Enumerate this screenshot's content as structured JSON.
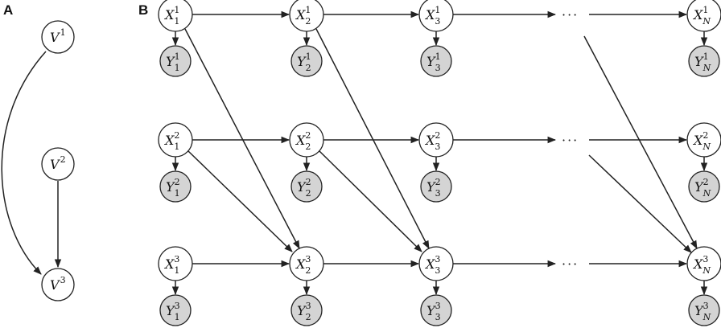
{
  "panels": {
    "a": "A",
    "b": "B"
  },
  "panel_a": {
    "nodes": {
      "v1": {
        "sym": "V",
        "sup": "1"
      },
      "v2": {
        "sym": "V",
        "sup": "2"
      },
      "v3": {
        "sym": "V",
        "sup": "3"
      }
    }
  },
  "panel_b": {
    "ellipsis": "···",
    "x": {
      "r1": [
        {
          "sym": "X",
          "sup": "1",
          "sub": "1"
        },
        {
          "sym": "X",
          "sup": "1",
          "sub": "2"
        },
        {
          "sym": "X",
          "sup": "1",
          "sub": "3"
        },
        {
          "sym": "X",
          "sup": "1",
          "sub": "N"
        }
      ],
      "r2": [
        {
          "sym": "X",
          "sup": "2",
          "sub": "1"
        },
        {
          "sym": "X",
          "sup": "2",
          "sub": "2"
        },
        {
          "sym": "X",
          "sup": "2",
          "sub": "3"
        },
        {
          "sym": "X",
          "sup": "2",
          "sub": "N"
        }
      ],
      "r3": [
        {
          "sym": "X",
          "sup": "3",
          "sub": "1"
        },
        {
          "sym": "X",
          "sup": "3",
          "sub": "2"
        },
        {
          "sym": "X",
          "sup": "3",
          "sub": "3"
        },
        {
          "sym": "X",
          "sup": "3",
          "sub": "N"
        }
      ]
    },
    "y": {
      "r1": [
        {
          "sym": "Y",
          "sup": "1",
          "sub": "1"
        },
        {
          "sym": "Y",
          "sup": "1",
          "sub": "2"
        },
        {
          "sym": "Y",
          "sup": "1",
          "sub": "3"
        },
        {
          "sym": "Y",
          "sup": "1",
          "sub": "N"
        }
      ],
      "r2": [
        {
          "sym": "Y",
          "sup": "2",
          "sub": "1"
        },
        {
          "sym": "Y",
          "sup": "2",
          "sub": "2"
        },
        {
          "sym": "Y",
          "sup": "2",
          "sub": "3"
        },
        {
          "sym": "Y",
          "sup": "2",
          "sub": "N"
        }
      ],
      "r3": [
        {
          "sym": "Y",
          "sup": "3",
          "sub": "1"
        },
        {
          "sym": "Y",
          "sup": "3",
          "sub": "2"
        },
        {
          "sym": "Y",
          "sup": "3",
          "sub": "3"
        },
        {
          "sym": "Y",
          "sup": "3",
          "sub": "N"
        }
      ]
    }
  },
  "colors": {
    "observed_fill": "#d4d4d4",
    "hidden_fill": "#ffffff",
    "stroke": "#222222"
  }
}
